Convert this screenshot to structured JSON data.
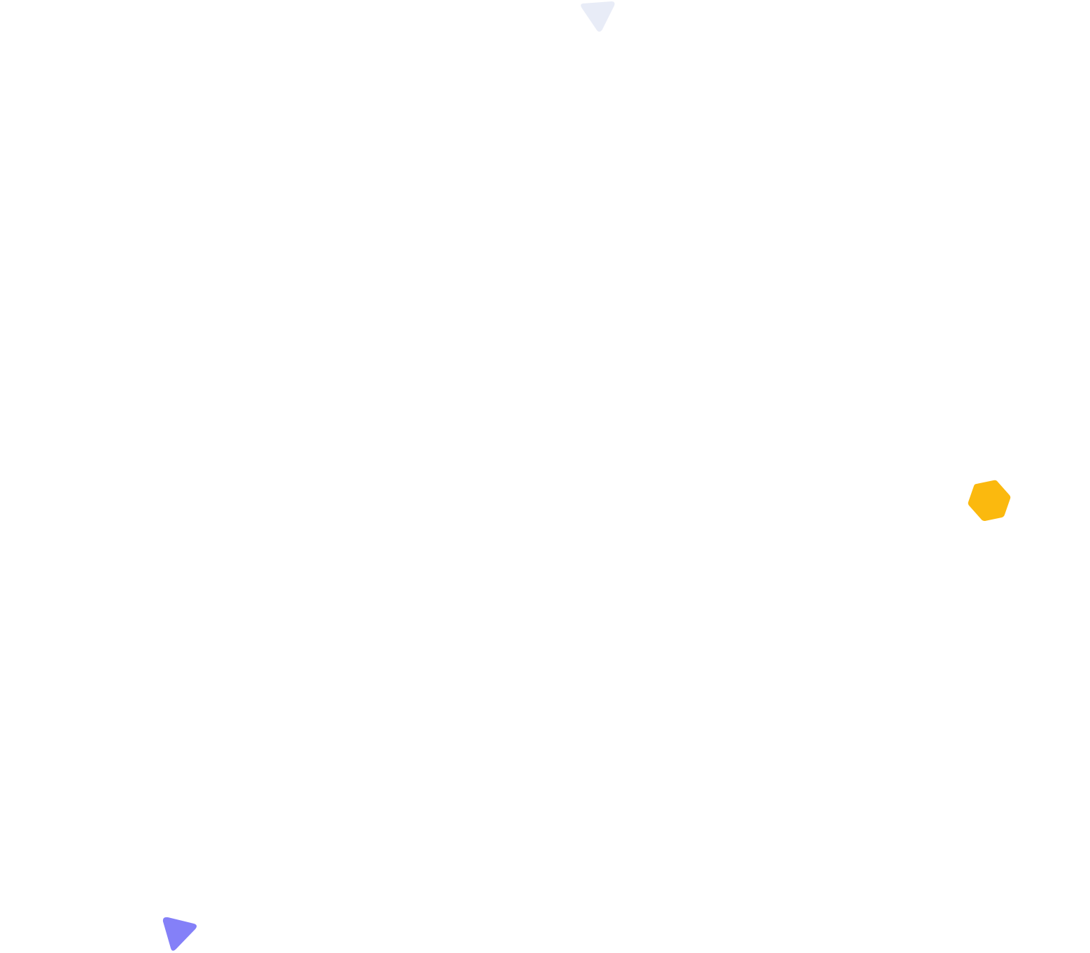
{
  "decorations": {
    "shapes": [
      {
        "name": "pale-triangle-shape",
        "color": "#E8ECF7"
      },
      {
        "name": "yellow-hexagon-shape",
        "color": "#FBB90E"
      },
      {
        "name": "purple-triangle-shape",
        "color": "#8480F8"
      }
    ]
  }
}
